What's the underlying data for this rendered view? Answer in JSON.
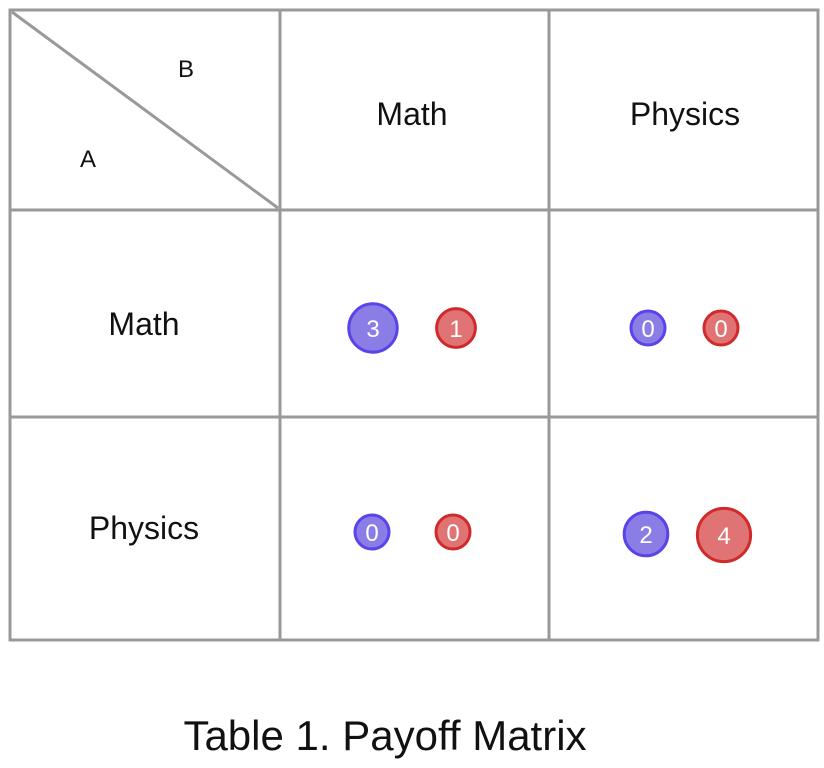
{
  "table": {
    "corner": {
      "col_player": "B",
      "row_player": "A"
    },
    "col_headers": [
      "Math",
      "Physics"
    ],
    "row_headers": [
      "Math",
      "Physics"
    ],
    "payoffs": [
      [
        {
          "a": 3,
          "b": 1
        },
        {
          "a": 0,
          "b": 0
        }
      ],
      [
        {
          "a": 0,
          "b": 0
        },
        {
          "a": 2,
          "b": 4
        }
      ]
    ]
  },
  "caption": "Table 1. Payoff Matrix",
  "colors": {
    "player_a_fill": "#8a7ee6",
    "player_a_stroke": "#5a43e8",
    "player_b_fill": "#e07474",
    "player_b_stroke": "#d02a2a"
  }
}
